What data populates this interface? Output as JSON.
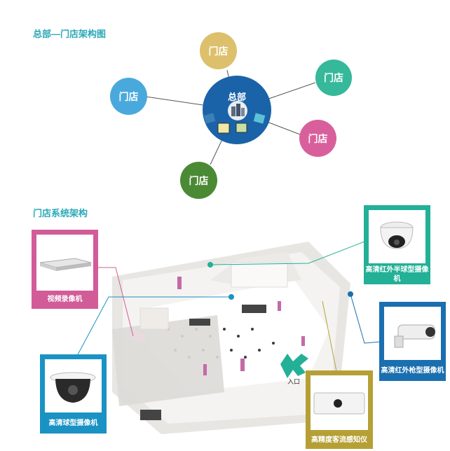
{
  "titles": {
    "hq_architecture": "总部—门店架构图",
    "store_architecture": "门店系统架构"
  },
  "hq": {
    "label": "总部",
    "color": "#1a63a8"
  },
  "stores": [
    {
      "label": "门店",
      "color": "#dcc06c"
    },
    {
      "label": "门店",
      "color": "#36b89a"
    },
    {
      "label": "门店",
      "color": "#4aa9dc"
    },
    {
      "label": "门店",
      "color": "#d95f9c"
    },
    {
      "label": "门店",
      "color": "#4a8a34"
    }
  ],
  "devices": [
    {
      "id": "video-recorder",
      "label": "视频录像机",
      "color": "#d15c98"
    },
    {
      "id": "dome-camera",
      "label": "高清红外半球型摄像机",
      "color": "#23b096"
    },
    {
      "id": "bullet-camera",
      "label": "高清红外枪型摄像机",
      "color": "#1a6fb0"
    },
    {
      "id": "speed-dome",
      "label": "高清球型摄像机",
      "color": "#1a92c4"
    },
    {
      "id": "people-counter",
      "label": "高精度客流感知仪",
      "color": "#b6a035"
    }
  ],
  "entrance_label": "入口"
}
